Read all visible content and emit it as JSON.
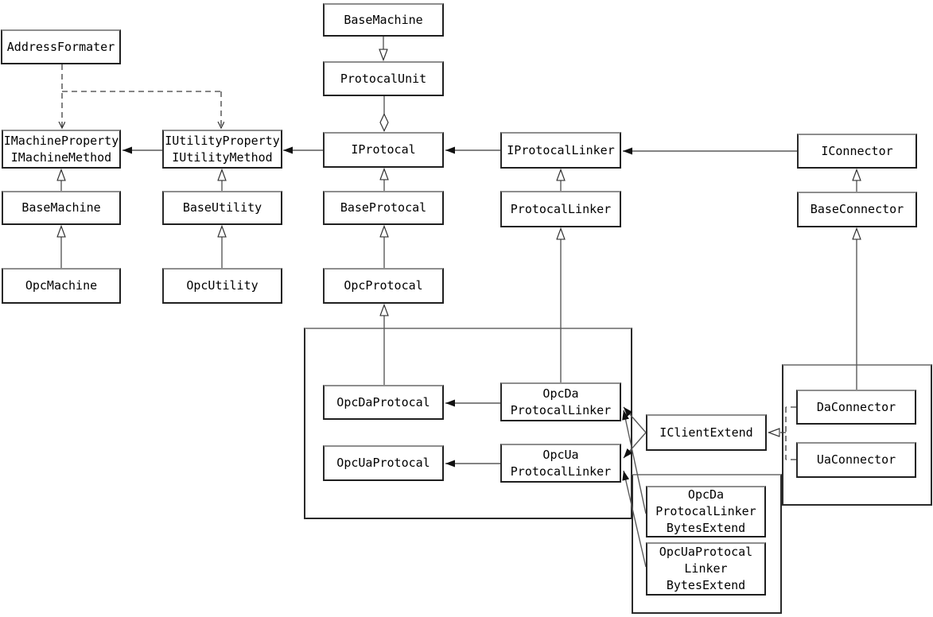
{
  "nodes": {
    "address_formater": {
      "label": "AddressFormater"
    },
    "base_machine_top": {
      "label": "BaseMachine"
    },
    "protocal_unit": {
      "label": "ProtocalUnit"
    },
    "imachine": {
      "lines": [
        "IMachineProperty",
        "IMachineMethod"
      ]
    },
    "iutility": {
      "lines": [
        "IUtilityProperty",
        "IUtilityMethod"
      ]
    },
    "iprotocal": {
      "label": "IProtocal"
    },
    "iprotocal_linker": {
      "label": "IProtocalLinker"
    },
    "iconnector": {
      "label": "IConnector"
    },
    "base_machine": {
      "label": "BaseMachine"
    },
    "base_utility": {
      "label": "BaseUtility"
    },
    "base_protocal": {
      "label": "BaseProtocal"
    },
    "protocal_linker": {
      "label": "ProtocalLinker"
    },
    "base_connector": {
      "label": "BaseConnector"
    },
    "opc_machine": {
      "label": "OpcMachine"
    },
    "opc_utility": {
      "label": "OpcUtility"
    },
    "opc_protocal": {
      "label": "OpcProtocal"
    },
    "opc_da_protocal": {
      "label": "OpcDaProtocal"
    },
    "opc_da_linker": {
      "lines": [
        "OpcDa",
        "ProtocalLinker"
      ]
    },
    "opc_ua_protocal": {
      "label": "OpcUaProtocal"
    },
    "opc_ua_linker": {
      "lines": [
        "OpcUa",
        "ProtocalLinker"
      ]
    },
    "iclient_extend": {
      "label": "IClientExtend"
    },
    "da_connector": {
      "label": "DaConnector"
    },
    "ua_connector": {
      "label": "UaConnector"
    },
    "opc_da_bytes": {
      "lines": [
        "OpcDa",
        "ProtocalLinker",
        "BytesExtend"
      ]
    },
    "opc_ua_bytes": {
      "lines": [
        "OpcUaProtocal",
        "Linker",
        "BytesExtend"
      ]
    }
  },
  "relationships": [
    {
      "from": "base_machine_top",
      "to": "protocal_unit",
      "line": "solid",
      "arrowhead": "hollow-triangle"
    },
    {
      "from": "protocal_unit",
      "to": "iprotocal",
      "line": "solid",
      "arrowhead": "hollow-diamond"
    },
    {
      "from": "iprotocal",
      "to": "iutility",
      "line": "solid",
      "arrowhead": "solid-arrow"
    },
    {
      "from": "iutility",
      "to": "imachine",
      "line": "solid",
      "arrowhead": "solid-arrow"
    },
    {
      "from": "iprotocal_linker",
      "to": "iprotocal",
      "line": "solid",
      "arrowhead": "solid-arrow"
    },
    {
      "from": "iconnector",
      "to": "iprotocal_linker",
      "line": "solid",
      "arrowhead": "solid-arrow"
    },
    {
      "from": "address_formater",
      "to": "imachine",
      "line": "dashed",
      "arrowhead": "open-arrow"
    },
    {
      "from": "address_formater",
      "to": "iutility",
      "line": "dashed",
      "arrowhead": "open-arrow"
    },
    {
      "from": "base_machine",
      "to": "imachine",
      "line": "solid",
      "arrowhead": "hollow-triangle"
    },
    {
      "from": "base_utility",
      "to": "iutility",
      "line": "solid",
      "arrowhead": "hollow-triangle"
    },
    {
      "from": "base_protocal",
      "to": "iprotocal",
      "line": "solid",
      "arrowhead": "hollow-triangle"
    },
    {
      "from": "protocal_linker",
      "to": "iprotocal_linker",
      "line": "solid",
      "arrowhead": "hollow-triangle"
    },
    {
      "from": "base_connector",
      "to": "iconnector",
      "line": "solid",
      "arrowhead": "hollow-triangle"
    },
    {
      "from": "opc_machine",
      "to": "base_machine",
      "line": "solid",
      "arrowhead": "hollow-triangle"
    },
    {
      "from": "opc_utility",
      "to": "base_utility",
      "line": "solid",
      "arrowhead": "hollow-triangle"
    },
    {
      "from": "opc_protocal",
      "to": "base_protocal",
      "line": "solid",
      "arrowhead": "hollow-triangle"
    },
    {
      "from": "opc_da_protocal",
      "to": "opc_protocal",
      "line": "solid",
      "arrowhead": "hollow-triangle"
    },
    {
      "from": "opc_da_linker",
      "to": "protocal_linker",
      "line": "solid",
      "arrowhead": "hollow-triangle"
    },
    {
      "from": "opc_da_linker",
      "to": "opc_da_protocal",
      "line": "solid",
      "arrowhead": "solid-arrow"
    },
    {
      "from": "opc_ua_linker",
      "to": "opc_ua_protocal",
      "line": "solid",
      "arrowhead": "solid-arrow"
    },
    {
      "from": "da_connector",
      "to": "base_connector",
      "line": "solid",
      "arrowhead": "hollow-triangle"
    },
    {
      "from": "iclient_extend",
      "to": "opc_da_linker",
      "line": "solid",
      "arrowhead": "solid-arrow"
    },
    {
      "from": "iclient_extend",
      "to": "opc_ua_linker",
      "line": "solid",
      "arrowhead": "solid-arrow"
    },
    {
      "from": "opc_da_bytes",
      "to": "opc_da_linker",
      "line": "solid",
      "arrowhead": "solid-arrow"
    },
    {
      "from": "opc_ua_bytes",
      "to": "opc_ua_linker",
      "line": "solid",
      "arrowhead": "solid-arrow"
    },
    {
      "from": "da_connector",
      "to": "iclient_extend",
      "line": "dashed",
      "arrowhead": "hollow-triangle"
    },
    {
      "from": "ua_connector",
      "to": "iclient_extend",
      "line": "dashed",
      "arrowhead": "hollow-triangle"
    }
  ],
  "colors": {
    "background": "#ffffff",
    "box_border_dark": "#1f1f1f",
    "box_border_light": "#8e8e8e",
    "line": "#5a5a5a",
    "arrow_fill": "#111111",
    "text": "#000000"
  }
}
